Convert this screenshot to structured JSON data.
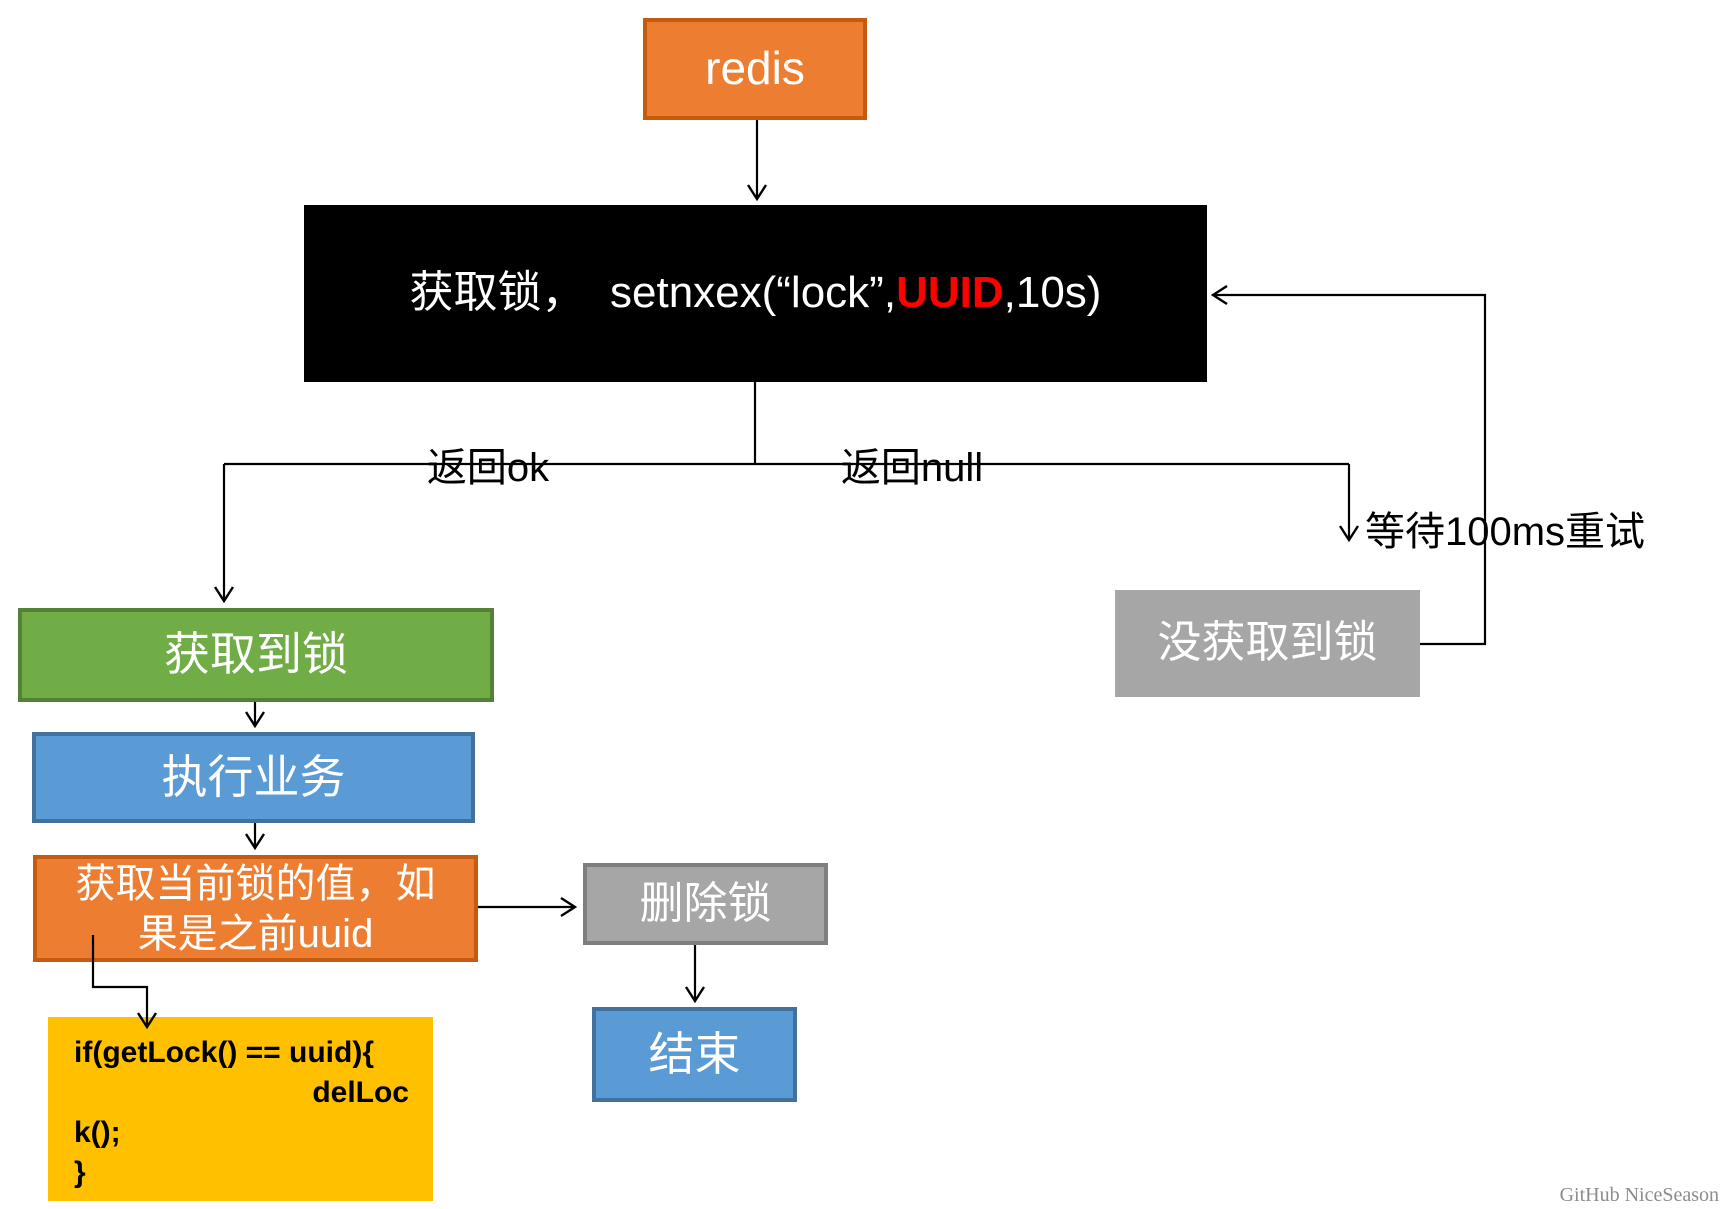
{
  "colors": {
    "orange": "#ED7D31",
    "orange-border": "#C55A11",
    "black": "#000000",
    "green": "#70AD47",
    "green-border": "#548235",
    "blue": "#5B9BD5",
    "blue-border": "#41719C",
    "gray": "#A6A6A6",
    "gray-border": "#7F7F7F",
    "yellow": "#FFC000",
    "red": "#FF0000",
    "line": "#000000",
    "watermark": "#8C8C8C"
  },
  "nodes": {
    "redis": {
      "label": "redis"
    },
    "acquire_lock": {
      "prefix": "获取锁，  setnxex(“lock”,",
      "uuid": "UUID",
      "suffix": ",10s)"
    },
    "got_lock": {
      "label": "获取到锁"
    },
    "no_lock": {
      "label": "没获取到锁"
    },
    "run_business": {
      "label": "执行业务"
    },
    "check_current_lock": {
      "line1": "获取当前锁的值，如",
      "line2": "果是之前uuid"
    },
    "delete_lock": {
      "label": "删除锁"
    },
    "end": {
      "label": "结束"
    },
    "code_snippet": {
      "line1": "if(getLock() == uuid){",
      "line2": "delLoc",
      "line3": "k();",
      "line4": "}"
    }
  },
  "edge_labels": {
    "return_ok": "返回ok",
    "return_null": "返回null",
    "retry_wait": "等待100ms重试"
  },
  "watermark": "GitHub NiceSeason"
}
